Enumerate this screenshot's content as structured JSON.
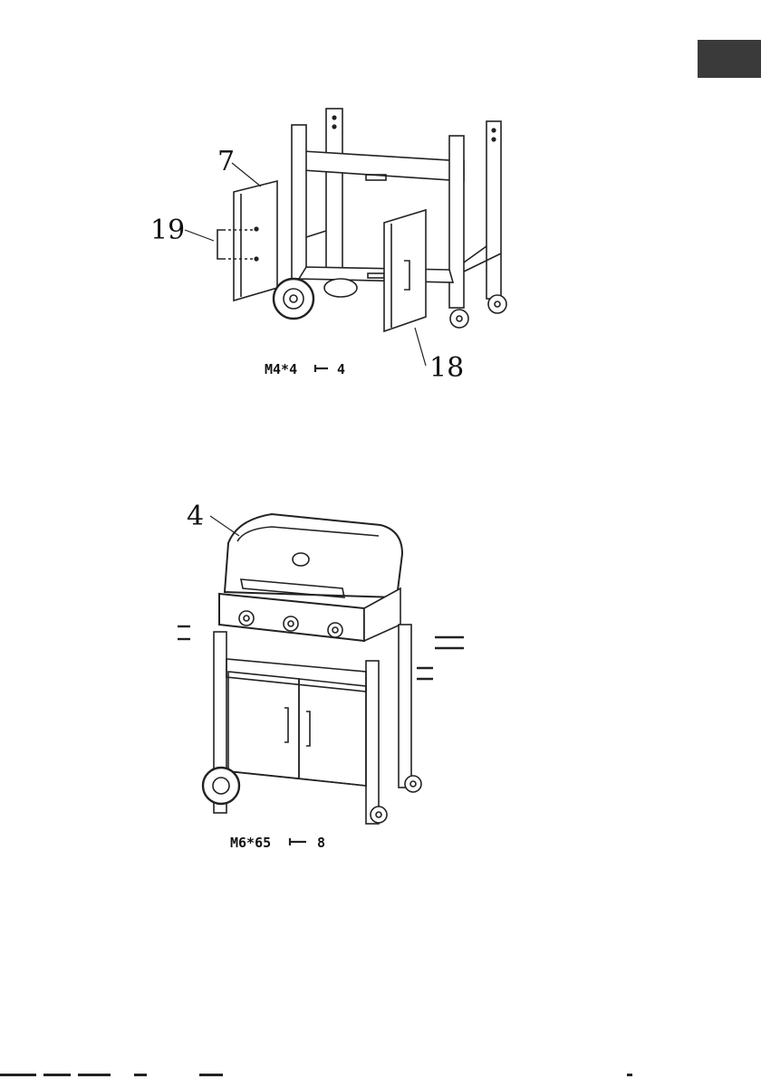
{
  "page": {
    "tab_color": "#3a3a3a"
  },
  "figure1": {
    "callouts": [
      "7",
      "19",
      "18"
    ],
    "screw_spec": "M4*4",
    "screw_qty": "4"
  },
  "figure2": {
    "callouts": [
      "4"
    ],
    "screw_spec": "M6*65",
    "screw_qty": "8"
  }
}
